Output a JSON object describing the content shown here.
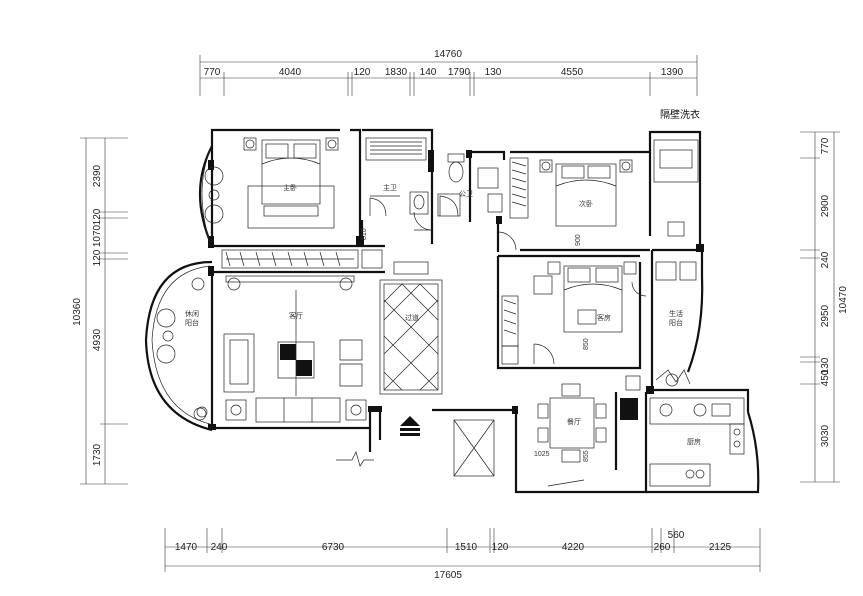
{
  "dimensions": {
    "top_total": "14760",
    "top_segments": [
      "770",
      "4040",
      "120",
      "1830",
      "140",
      "1790",
      "130",
      "4550",
      "1390"
    ],
    "bottom_segments": [
      "1470",
      "240",
      "6730",
      "1510",
      "120",
      "4220",
      "260",
      "2125"
    ],
    "bottom_small": "560",
    "bottom_total": "17605",
    "left_total": "10360",
    "left_segments": [
      "2390",
      "120",
      "1070",
      "120",
      "4930",
      "1730"
    ],
    "right_total": "10470",
    "right_segments": [
      "770",
      "2900",
      "240",
      "2950",
      "130",
      "450",
      "3030"
    ],
    "inner_labels": [
      "810",
      "900",
      "850",
      "1025",
      "855"
    ]
  },
  "rooms": {
    "master_bedroom": "主卧",
    "master_bath": "主卫",
    "public_bath": "公卫",
    "second_bedroom": "次卧",
    "living_room": "客厅",
    "landscape_balcony": "休闲\n阳台",
    "passage": "过道",
    "guest_room": "客房",
    "service_balcony": "生活\n阳台",
    "dining_room": "餐厅",
    "kitchen": "厨房"
  },
  "notes": {
    "laundry": "隔壁洗衣"
  }
}
